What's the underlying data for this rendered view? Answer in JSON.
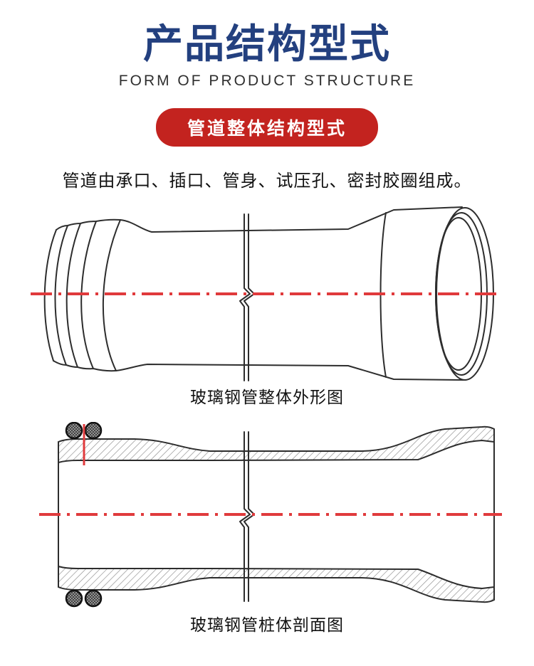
{
  "page": {
    "title": "产品结构型式",
    "subtitle": "FORM OF PRODUCT STRUCTURE",
    "section_badge": "管道整体结构型式",
    "description": "管道由承口、插口、管身、试压孔、密封胶圈组成。"
  },
  "figures": [
    {
      "caption": "玻璃钢管整体外形图"
    },
    {
      "caption": "玻璃钢管桩体剖面图"
    }
  ],
  "colors": {
    "title_blue": "#23407f",
    "badge_red": "#c3231f",
    "badge_text": "#ffffff",
    "centerline_red": "#e03a3c",
    "drawing_stroke": "#2d2d2d",
    "text_black": "#111111",
    "subtitle_gray": "#2f2f2f"
  }
}
